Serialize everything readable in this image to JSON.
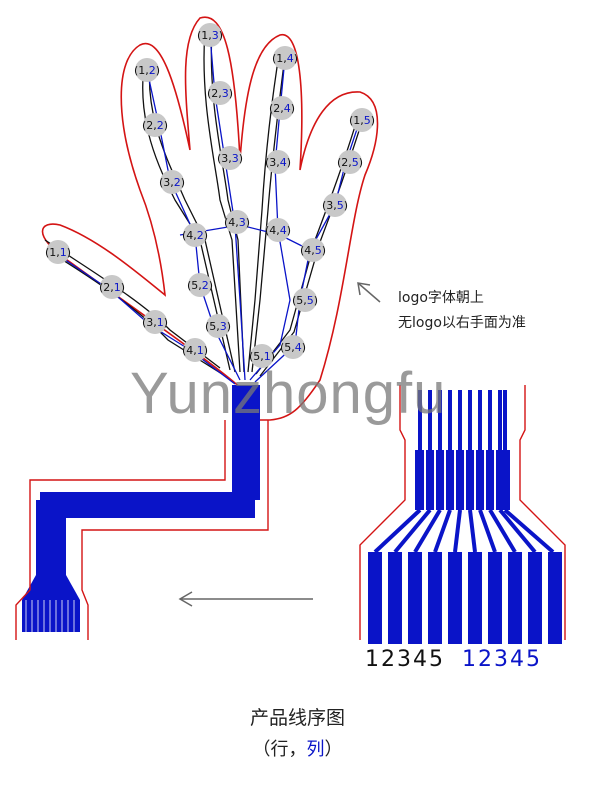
{
  "colors": {
    "wire": "#0a14c8",
    "outline": "#d41414",
    "trace": "#111111",
    "node": "#c8c8c8",
    "watermark": "#808080"
  },
  "watermark": "Yunzhongfu",
  "note": {
    "line1": "logo字体朝上",
    "line2": "无logo以右手面为准"
  },
  "caption": {
    "title": "产品线序图",
    "subtitle_open": "（行，",
    "subtitle_col": "列",
    "subtitle_close": "）"
  },
  "pin_labels": {
    "rows": "12345",
    "cols": "12345"
  },
  "nodes": [
    {
      "r": "1",
      "c": "1"
    },
    {
      "r": "2",
      "c": "1"
    },
    {
      "r": "3",
      "c": "1"
    },
    {
      "r": "4",
      "c": "1"
    },
    {
      "r": "5",
      "c": "1"
    },
    {
      "r": "1",
      "c": "2"
    },
    {
      "r": "2",
      "c": "2"
    },
    {
      "r": "3",
      "c": "2"
    },
    {
      "r": "4",
      "c": "2"
    },
    {
      "r": "5",
      "c": "2"
    },
    {
      "r": "1",
      "c": "3"
    },
    {
      "r": "2",
      "c": "3"
    },
    {
      "r": "3",
      "c": "3"
    },
    {
      "r": "4",
      "c": "3"
    },
    {
      "r": "5",
      "c": "3"
    },
    {
      "r": "1",
      "c": "4"
    },
    {
      "r": "2",
      "c": "4"
    },
    {
      "r": "3",
      "c": "4"
    },
    {
      "r": "4",
      "c": "4"
    },
    {
      "r": "5",
      "c": "4"
    },
    {
      "r": "1",
      "c": "5"
    },
    {
      "r": "2",
      "c": "5"
    },
    {
      "r": "3",
      "c": "5"
    },
    {
      "r": "4",
      "c": "5"
    },
    {
      "r": "5",
      "c": "5"
    }
  ]
}
